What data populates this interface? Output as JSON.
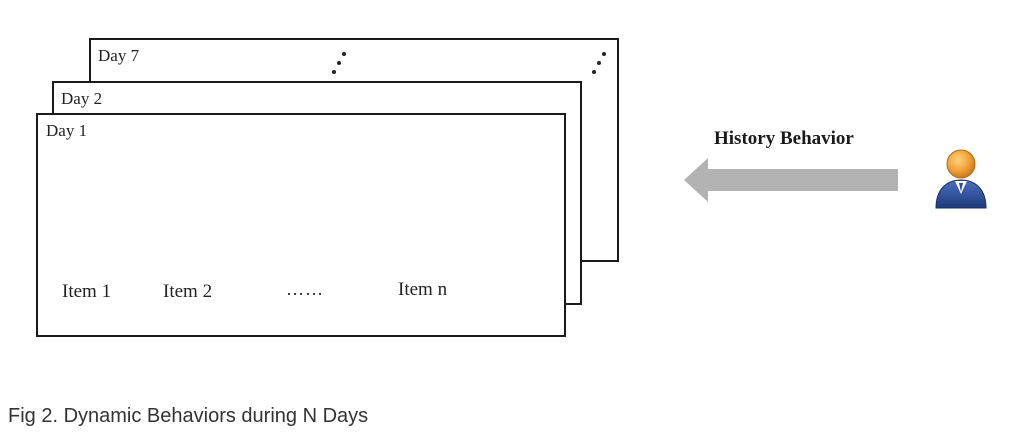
{
  "cards": {
    "back": {
      "label": "Day 7"
    },
    "middle": {
      "label": "Day 2"
    },
    "front": {
      "label": "Day 1",
      "items": [
        "Item 1",
        "Item 2",
        "……",
        "Item n"
      ]
    }
  },
  "history_label": "History Behavior",
  "caption": "Fig 2. Dynamic Behaviors during N Days",
  "icons": {
    "arrow": "left-arrow-icon",
    "user": "user-icon"
  },
  "colors": {
    "arrow": "#b3b3b3",
    "user_head": "#f2a23a",
    "user_body": "#2f4f9a"
  }
}
